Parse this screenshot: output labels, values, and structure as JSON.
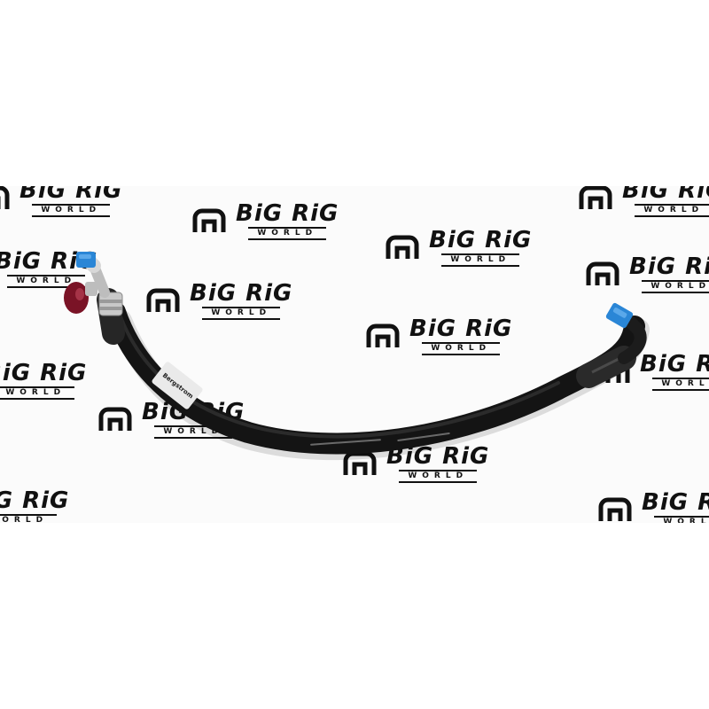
{
  "image": {
    "subject": "A/C hose assembly on a watermarked background",
    "watermark": {
      "brand_main": "BiG RiG",
      "brand_sub": "WORLD"
    },
    "hose_label": {
      "line1": "Bergstrom",
      "line2": ""
    },
    "colors": {
      "hose": "#141414",
      "blue_cap": "#2a86d6",
      "red_cap": "#7a1326",
      "metal": "#c9c9c9",
      "label": "#eaeaea"
    }
  }
}
